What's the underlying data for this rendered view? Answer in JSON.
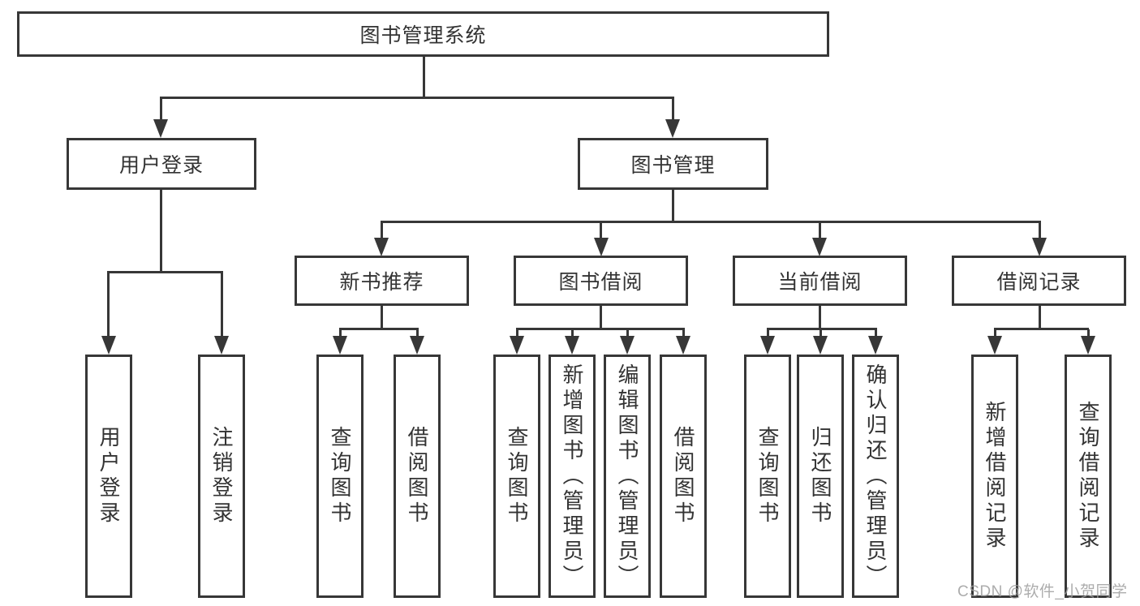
{
  "root": {
    "label": "图书管理系统"
  },
  "user_login": {
    "label": "用户登录",
    "children": {
      "login": "用户登录",
      "logout": "注销登录"
    }
  },
  "book_mgmt": {
    "label": "图书管理",
    "new_book_rec": {
      "label": "新书推荐",
      "children": {
        "query_book": "查询图书",
        "borrow_book": "借阅图书"
      }
    },
    "book_borrow": {
      "label": "图书借阅",
      "children": {
        "query_book": "查询图书",
        "add_book": "新增图书（管理员）",
        "edit_book": "编辑图书（管理员）",
        "borrow_book": "借阅图书"
      }
    },
    "current_borrow": {
      "label": "当前借阅",
      "children": {
        "query_book": "查询图书",
        "return_book": "归还图书",
        "confirm_return": "确认归还（管理员）"
      }
    },
    "borrow_record": {
      "label": "借阅记录",
      "children": {
        "add_record": "新增借阅记录",
        "query_record": "查询借阅记录"
      }
    }
  },
  "watermark": "CSDN @软件_小贺同学",
  "colors": {
    "line": "#373737",
    "text": "#333333",
    "watermark": "#9E9E9E",
    "background": "#FFFFFF"
  }
}
